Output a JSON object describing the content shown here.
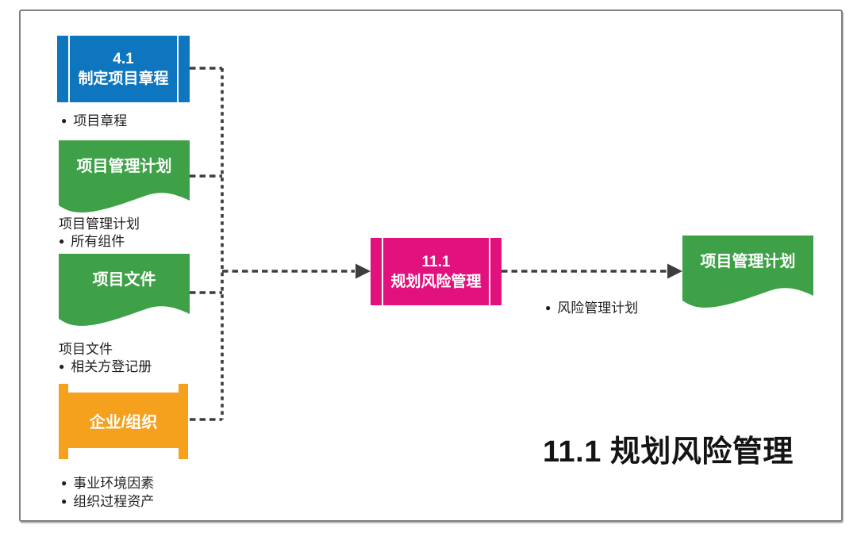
{
  "bullet": "●",
  "colors": {
    "blue": "#0E76BE",
    "green": "#3EA047",
    "orange": "#F5A11E",
    "magenta": "#E2117E",
    "connector": "#3D3D3D",
    "text": "#1F1F1F",
    "frame_border": "#7F7F7F"
  },
  "nodes": {
    "develop_charter": {
      "number": "4.1",
      "name": "制定项目章程"
    },
    "pm_plan_input": {
      "name": "项目管理计划"
    },
    "project_documents": {
      "name": "项目文件"
    },
    "enterprise_org": {
      "name": "企业/组织"
    },
    "plan_risk_mgmt": {
      "number": "11.1",
      "name": "规划风险管理"
    },
    "pm_plan_output": {
      "name": "项目管理计划"
    }
  },
  "annotations": {
    "charter_output": "项目章程",
    "pm_plan_heading": "项目管理计划",
    "pm_plan_item": "所有组件",
    "docs_heading": "项目文件",
    "docs_item": "相关方登记册",
    "eef_item": "事业环境因素",
    "opa_item": "组织过程资产",
    "output_item": "风险管理计划"
  },
  "title": "11.1 规划风险管理"
}
